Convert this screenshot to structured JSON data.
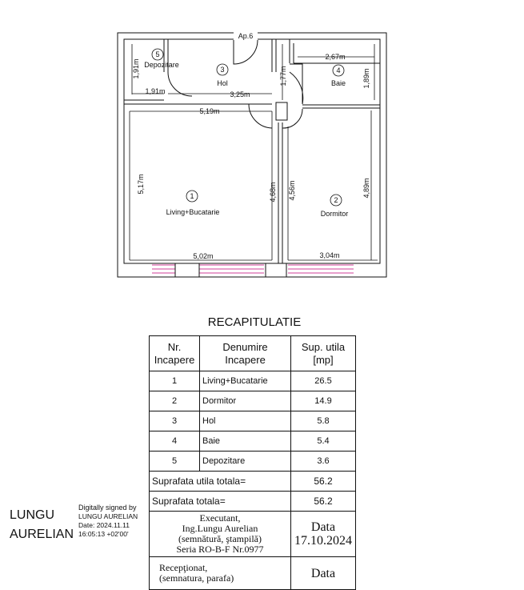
{
  "plan": {
    "apartment": "Ap.6",
    "rooms": [
      {
        "num": "1",
        "name": "Living+Bucatarie"
      },
      {
        "num": "2",
        "name": "Dormitor"
      },
      {
        "num": "3",
        "name": "Hol"
      },
      {
        "num": "4",
        "name": "Baie"
      },
      {
        "num": "5",
        "name": "Depozitare"
      }
    ],
    "dimensions": {
      "depo_h": "1,91m",
      "depo_w": "1,91m",
      "hol_w": "3,25m",
      "hol_h": "1,77m",
      "baie_w": "2,67m",
      "baie_h": "1,89m",
      "living_top": "5,19m",
      "living_left": "5,17m",
      "living_right": "4,68m",
      "living_bottom": "5,02m",
      "dorm_left": "4,56m",
      "dorm_right": "4,89m",
      "dorm_bottom": "3,04m"
    }
  },
  "recap": {
    "title": "RECAPITULATIE",
    "headers": {
      "nr": "Nr.",
      "nr2": "Incapere",
      "name": "Denumire",
      "name2": "Incapere",
      "area": "Sup. utila",
      "area2": "[mp]"
    },
    "rows": [
      {
        "nr": "1",
        "name": "Living+Bucatarie",
        "area": "26.5"
      },
      {
        "nr": "2",
        "name": "Dormitor",
        "area": "14.9"
      },
      {
        "nr": "3",
        "name": "Hol",
        "area": "5.8"
      },
      {
        "nr": "4",
        "name": "Baie",
        "area": "5.4"
      },
      {
        "nr": "5",
        "name": "Depozitare",
        "area": "3.6"
      }
    ],
    "total_useful_label": "Suprafata utila totala=",
    "total_useful": "56.2",
    "total_label": "Suprafata totala=",
    "total": "56.2",
    "executant": {
      "line1": "Executant,",
      "line2": "Ing.Lungu Aurelian",
      "line3": "(semnătură, ştampilă)",
      "line4": "Seria RO-B-F Nr.0977"
    },
    "date_label": "Data",
    "date_value": "17.10.2024",
    "receptionat": {
      "line1": "Recepţionat,",
      "line2": "(semnatura, parafa)"
    },
    "date_label2": "Data"
  },
  "signature": {
    "name1": "LUNGU",
    "name2": "AURELIAN",
    "line1": "Digitally signed by",
    "line2": "LUNGU AURELIAN",
    "date_label": "Date:",
    "date": "2024.11.11",
    "time": "16:05:13 +02'00'"
  }
}
